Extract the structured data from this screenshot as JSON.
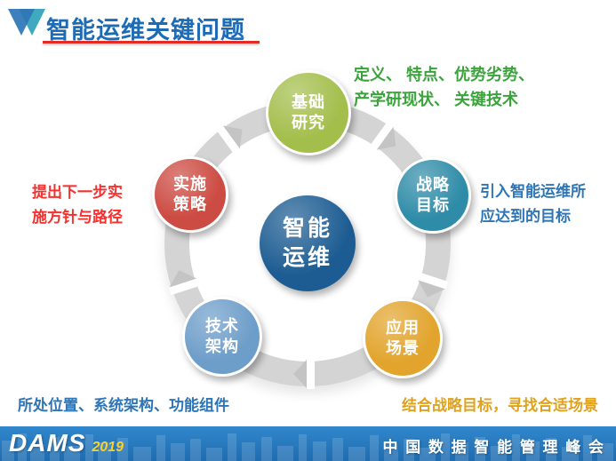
{
  "slide": {
    "title": "智能运维关键问题"
  },
  "diagram": {
    "center": {
      "line1": "智能",
      "line2": "运维",
      "color": "#1C5C92"
    },
    "nodes": [
      {
        "name": "foundation-research",
        "line1": "基础",
        "line2": "研究",
        "color": "#A4BE4C"
      },
      {
        "name": "strategic-goals",
        "line1": "战略",
        "line2": "目标",
        "color": "#2F8CA8"
      },
      {
        "name": "application-scenarios",
        "line1": "应用",
        "line2": "场景",
        "color": "#E2A42C"
      },
      {
        "name": "technical-architecture",
        "line1": "技术",
        "line2": "架构",
        "color": "#6D9DC9"
      },
      {
        "name": "implementation-strategy",
        "line1": "实施",
        "line2": "策略",
        "color": "#CC4B42"
      }
    ],
    "annotations": {
      "foundation": {
        "line1": "定义、 特点、优势劣势、",
        "line2": "产学研现状、 关键技术",
        "color": "#3BA33B"
      },
      "strategic": {
        "line1": "引入智能运维所",
        "line2": "应达到的目标",
        "color": "#2E75B6"
      },
      "implementation": {
        "line1": "提出下一步实",
        "line2": "施方针与路径",
        "color": "#F5302E"
      },
      "technical": {
        "line1": "所处位置、系统架构、功能组件",
        "color": "#2E75B6"
      },
      "application": {
        "line1": "结合战略目标，寻找合适场景",
        "color": "#DFA21C"
      }
    }
  },
  "footer": {
    "logo": "DAMS",
    "year": "2019",
    "slogan": "中 国 数 据 智 能 管 理 峰 会"
  }
}
